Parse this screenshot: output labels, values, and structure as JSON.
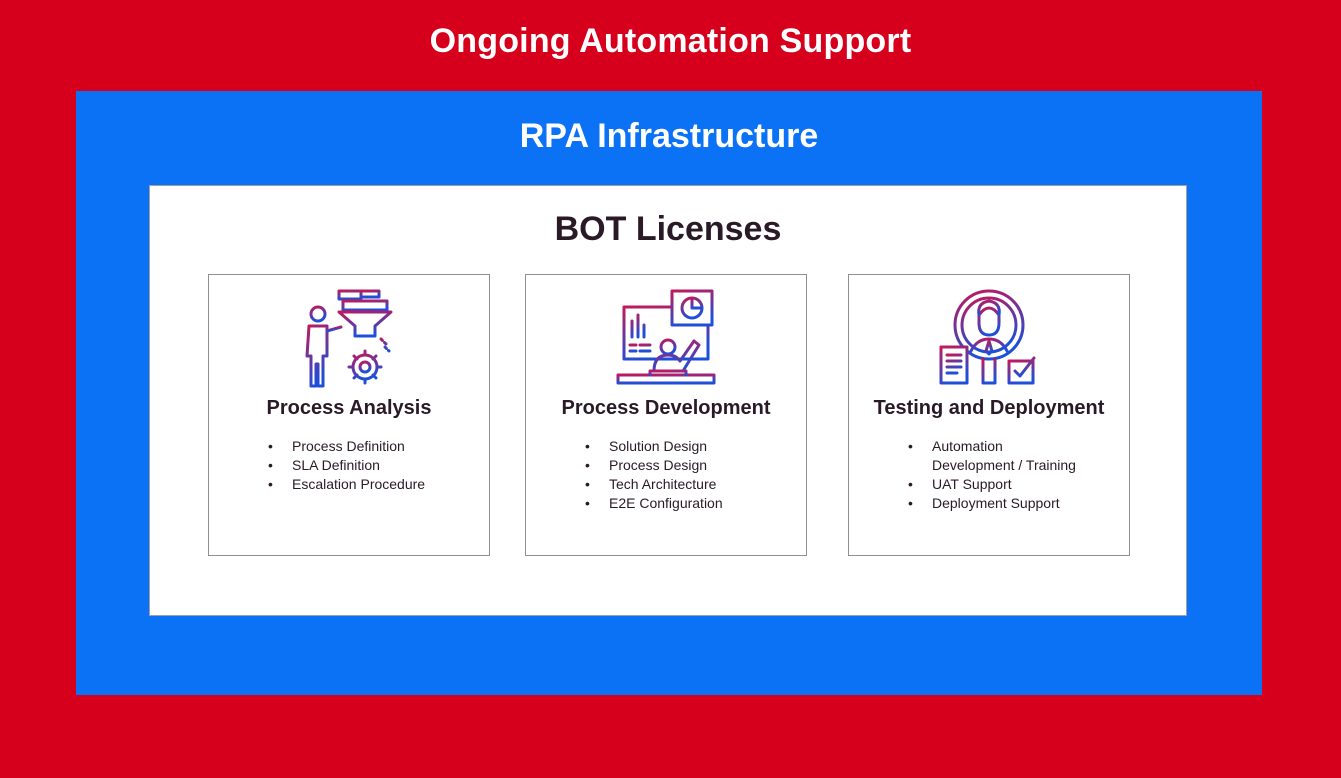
{
  "outer": {
    "title": "Ongoing Automation Support",
    "color": "#D6001C"
  },
  "middle": {
    "title": "RPA Infrastructure",
    "color": "#0B72F5"
  },
  "inner": {
    "title": "BOT Licenses"
  },
  "cards": [
    {
      "title": "Process Analysis",
      "icon": "person-funnel-gear-icon",
      "items": [
        "Process Definition",
        "SLA Definition",
        "Escalation Procedure"
      ]
    },
    {
      "title": "Process Development",
      "icon": "presenter-dashboard-icon",
      "items": [
        "Solution Design",
        "Process Design",
        "Tech Architecture",
        "E2E Configuration"
      ]
    },
    {
      "title": "Testing and Deployment",
      "icon": "person-magnifier-checklist-icon",
      "items": [
        "Automation",
        "Development / Training",
        "UAT Support",
        "Deployment Support"
      ]
    }
  ],
  "icon_gradient": [
    "#C2185B",
    "#1E4FD8"
  ]
}
